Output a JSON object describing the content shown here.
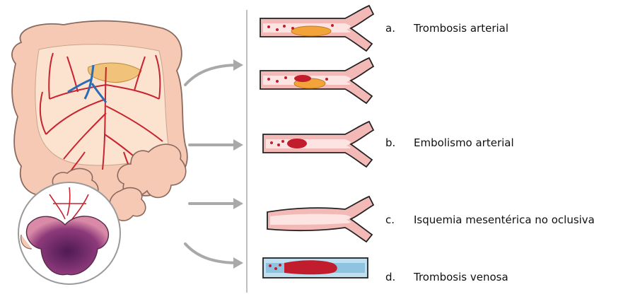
{
  "labels": [
    {
      "letter": "a.",
      "text": "Trombosis arterial"
    },
    {
      "letter": "b.",
      "text": "Embolismo arterial"
    },
    {
      "letter": "c.",
      "text": "Isquemia mesentérica no oclusiva"
    },
    {
      "letter": "d.",
      "text": "Trombosis venosa"
    }
  ],
  "colors": {
    "intestine_fill": "#f6c9b4",
    "intestine_outline": "#8a6a5e",
    "mesentery": "#fbe3cf",
    "artery": "#c8242f",
    "vein": "#2a6cb5",
    "pancreas": "#f1c27a",
    "vessel_wall": "#f3b9b6",
    "vessel_lumen": "#fbe4e2",
    "thrombus": "#f2a43a",
    "clot": "#c11d2d",
    "vein_wall": "#bfe0f0",
    "ischemic": "#7b2a67",
    "arrow": "#a9a9a9"
  }
}
